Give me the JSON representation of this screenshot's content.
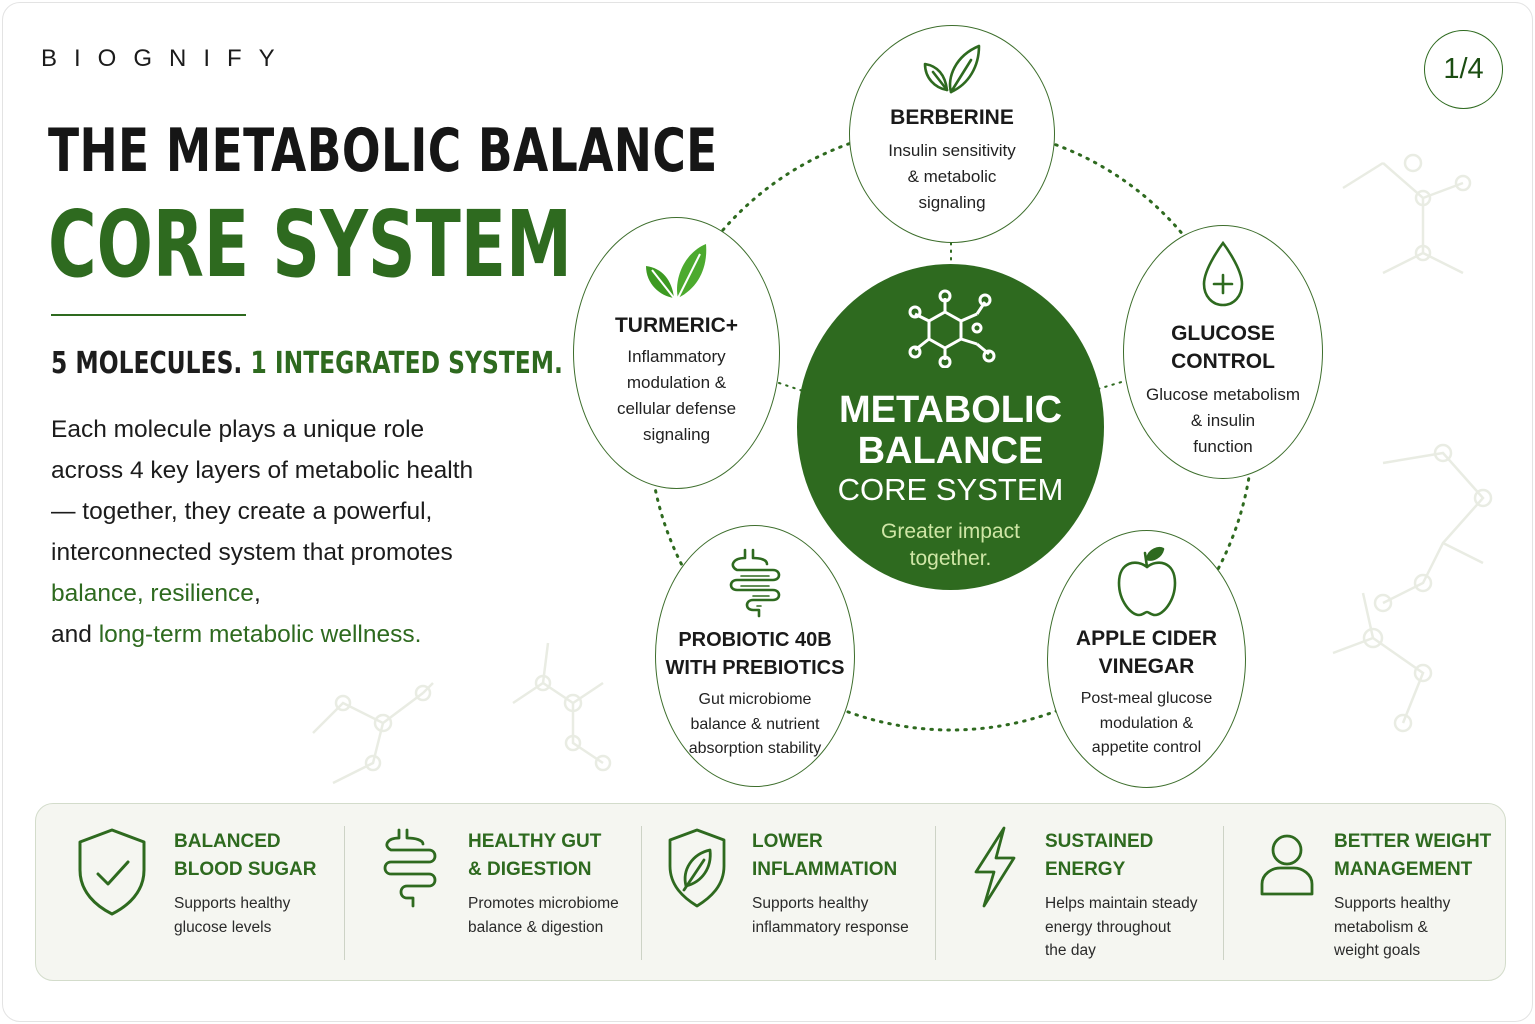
{
  "brand": "BIOGNIFY",
  "page_indicator": "1/4",
  "header": {
    "title_line1": "THE METABOLIC BALANCE",
    "title_line2": "CORE SYSTEM",
    "subtitle_part1": "5 MOLECULES.",
    "subtitle_part2": "1 INTEGRATED SYSTEM."
  },
  "intro": {
    "text_part1": "Each molecule plays a unique role across 4 key layers of metabolic health — together, they create a powerful, interconnected system that promotes ",
    "highlight1": "balance, resilience",
    "text_part2": ",",
    "text_part3": "and ",
    "highlight2": "long-term metabolic wellness."
  },
  "center": {
    "line1": "METABOLIC",
    "line2": "BALANCE",
    "line3": "CORE SYSTEM",
    "tagline_line1": "Greater impact",
    "tagline_line2": "together."
  },
  "molecules": [
    {
      "name_line1": "BERBERINE",
      "name_line2": "",
      "desc": [
        "Insulin sensitivity",
        "& metabolic",
        "signaling"
      ],
      "icon": "leaf-outline-icon"
    },
    {
      "name_line1": "GLUCOSE",
      "name_line2": "CONTROL",
      "desc": [
        "Glucose metabolism",
        "& insulin",
        "function"
      ],
      "icon": "drop-plus-icon"
    },
    {
      "name_line1": "APPLE CIDER",
      "name_line2": "VINEGAR",
      "desc": [
        "Post-meal glucose",
        "modulation &",
        "appetite control"
      ],
      "icon": "apple-icon"
    },
    {
      "name_line1": "PROBIOTIC 40B",
      "name_line2": "WITH PREBIOTICS",
      "desc": [
        "Gut microbiome",
        "balance & nutrient",
        "absorption stability"
      ],
      "icon": "intestine-icon"
    },
    {
      "name_line1": "TURMERIC+",
      "name_line2": "",
      "desc": [
        "Inflammatory",
        "modulation &",
        "cellular defense",
        "signaling"
      ],
      "icon": "green-leaves-icon"
    }
  ],
  "benefits": [
    {
      "title": "BALANCED\nBLOOD SUGAR",
      "desc": "Supports healthy\nglucose levels",
      "icon": "shield-check-icon"
    },
    {
      "title": "HEALTHY GUT\n& DIGESTION",
      "desc": "Promotes microbiome\nbalance & digestion",
      "icon": "intestine-icon"
    },
    {
      "title": "LOWER\nINFLAMMATION",
      "desc": "Supports healthy\ninflammatory response",
      "icon": "shield-leaf-icon"
    },
    {
      "title": "SUSTAINED\nENERGY",
      "desc": "Helps maintain steady\nenergy throughout\nthe day",
      "icon": "lightning-icon"
    },
    {
      "title": "BETTER WEIGHT\nMANAGEMENT",
      "desc": "Supports healthy\nmetabolism &\nweight goals",
      "icon": "person-icon"
    }
  ],
  "colors": {
    "accent": "#2e6a1f",
    "tagline": "#cfe6a6",
    "panel": "#f5f6f1"
  }
}
